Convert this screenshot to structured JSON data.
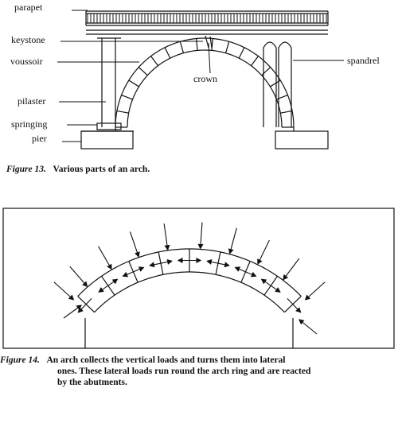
{
  "figure13": {
    "labels": {
      "parapet": "parapet",
      "keystone": "keystone",
      "voussoir": "voussoir",
      "crown": "crown",
      "spandrel": "spandrel",
      "pilaster": "pilaster",
      "springing": "springing",
      "pier": "pier"
    },
    "caption_number": "Figure 13.",
    "caption_text": "Various parts of an arch."
  },
  "figure14": {
    "caption_number": "Figure 14.",
    "caption_line1": "An arch collects the vertical loads and turns them into lateral",
    "caption_line2": "ones. These lateral loads run round the arch ring and are reacted",
    "caption_line3": "by the abutments."
  }
}
